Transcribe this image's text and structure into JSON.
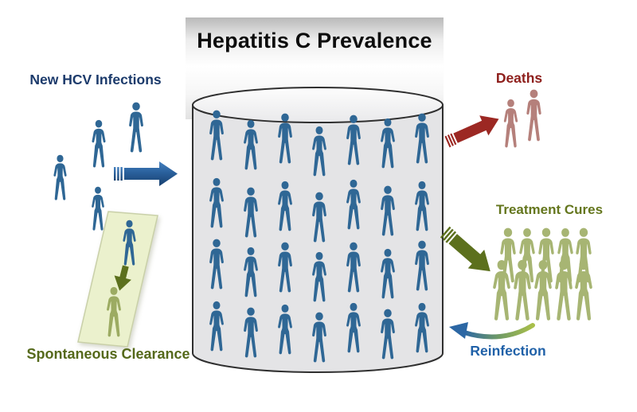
{
  "title": "Hepatitis C Prevalence",
  "groups": {
    "new_infections": {
      "label": "New HCV Infections",
      "count": 4,
      "figure_color": "#2f6795",
      "text_color": "#1b3a6b",
      "arrow_color_top": "#4480bf",
      "arrow_color_bottom": "#173f6e"
    },
    "spontaneous_clearance": {
      "label": "Spontaneous Clearance",
      "infected_count": 1,
      "cleared_count": 1,
      "infected_color": "#2f6795",
      "cleared_color": "#9cab62",
      "panel_color": "#ebf1cd",
      "panel_border_color": "#c9d0a8",
      "arrow_color": "#5c701d",
      "text_color": "#55691b"
    },
    "prevalence_pool": {
      "rows": 4,
      "cols": 7,
      "count": 28,
      "figure_color": "#2f6795",
      "cylinder_fill": "#e4e4e6",
      "cylinder_top_fill": "#f7f7f8",
      "cylinder_stroke": "#2f2f2f"
    },
    "deaths": {
      "label": "Deaths",
      "count": 2,
      "figure_color": "#b5807b",
      "text_color": "#8e1f1c",
      "arrow_color": "#9c2823"
    },
    "treatment_cures": {
      "label": "Treatment Cures",
      "count": 10,
      "figure_color": "#a7b573",
      "text_color": "#64761d",
      "arrow_color": "#5c701d"
    },
    "reinfection": {
      "label": "Reinfection",
      "text_color": "#2061a8",
      "arrow_gradient_left": "#2c67a4",
      "arrow_gradient_right": "#a9bf4a"
    }
  }
}
